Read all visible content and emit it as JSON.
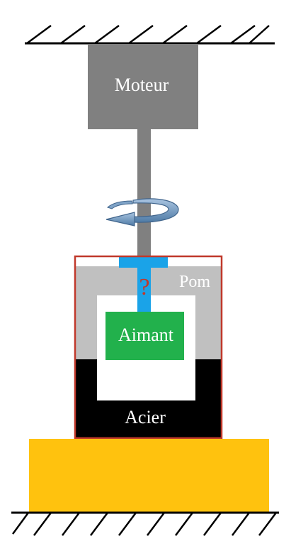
{
  "labels": {
    "moteur": "Moteur",
    "pom": "Pom",
    "aimant": "Aimant",
    "acier": "Acier",
    "question": "?"
  },
  "colors": {
    "motor": "#808080",
    "shaft": "#808080",
    "pom": "#c0c0c0",
    "steel": "#000000",
    "magnet": "#22b14c",
    "coupler": "#1aa3e8",
    "base": "#ffc20e",
    "frame_outline": "#c0392b",
    "arrow": "#5b86b0",
    "question": "#c0392b",
    "ground": "#000000"
  },
  "icons": {
    "rotation": "rotation-arrow-icon",
    "ground_top": "ground-hatching-icon",
    "ground_bottom": "ground-hatching-icon"
  }
}
